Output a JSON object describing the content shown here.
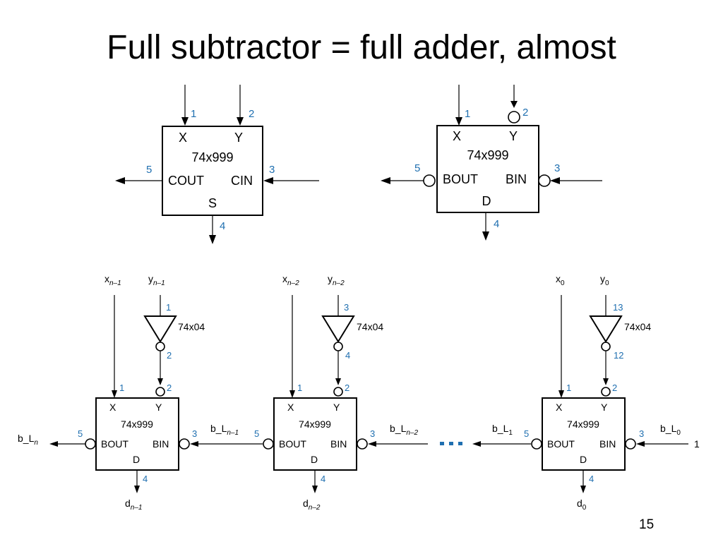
{
  "slide": {
    "title": "Full subtractor = full adder, almost",
    "page_number": "15"
  },
  "top_left_block": {
    "chip": "74x999",
    "inputs": [
      "X",
      "Y"
    ],
    "left_port": "COUT",
    "right_port": "CIN",
    "bottom_port": "S",
    "pins": [
      "1",
      "2",
      "5",
      "3",
      "4"
    ]
  },
  "top_right_block": {
    "chip": "74x999",
    "inputs": [
      "X",
      "Y"
    ],
    "left_port": "BOUT",
    "right_port": "BIN",
    "bottom_port": "D",
    "pins": [
      "1",
      "2",
      "5",
      "3",
      "4"
    ]
  },
  "ripple_chain": {
    "inverter_chip": "74x04",
    "stage_chip": "74x999",
    "stage_ports": {
      "x": "X",
      "y": "Y",
      "left": "BOUT",
      "right": "BIN",
      "bottom": "D"
    },
    "stage_pins": {
      "x": "1",
      "y": "2",
      "left": "5",
      "right": "3",
      "bottom": "4"
    },
    "stages": [
      {
        "x_base": "x",
        "x_sub": "n–1",
        "y_base": "y",
        "y_sub": "n–1",
        "inv_in_pin": "1",
        "inv_out_pin": "2",
        "d_base": "d",
        "d_sub": "n–1",
        "borrow_out_base": "b_L",
        "borrow_out_sub": "n"
      },
      {
        "x_base": "x",
        "x_sub": "n–2",
        "y_base": "y",
        "y_sub": "n–2",
        "inv_in_pin": "3",
        "inv_out_pin": "4",
        "d_base": "d",
        "d_sub": "n–2",
        "borrow_out_base": "b_L",
        "borrow_out_sub": "n–1"
      },
      {
        "x_base": "x",
        "x_sub": "0",
        "y_base": "y",
        "y_sub": "0",
        "inv_in_pin": "13",
        "inv_out_pin": "12",
        "d_base": "d",
        "d_sub": "0",
        "borrow_out_base": "b_L",
        "borrow_out_sub": "1"
      }
    ],
    "between_label_base": "b_L",
    "between_label_sub": "n–2",
    "last_borrow_in_base": "b_L",
    "last_borrow_in_sub": "0",
    "last_borrow_in_value": "1",
    "ellipsis_color": "#1f6fb0"
  },
  "colors": {
    "pin_number": "#1f6fb0",
    "lines": "#000000"
  }
}
